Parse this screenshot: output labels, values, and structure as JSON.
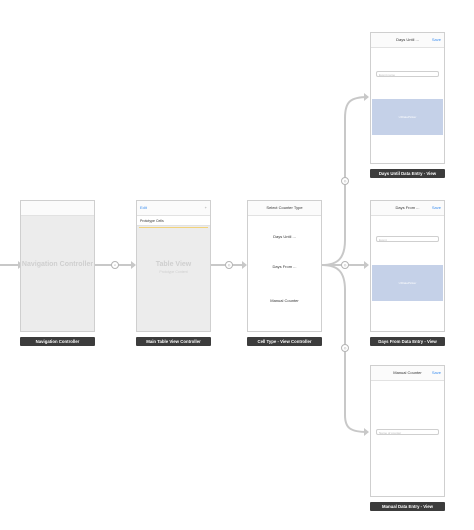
{
  "colors": {
    "segue_line": "#c8c8c8",
    "caption_bg": "#3c3c3c",
    "accent_blue": "#3b8ef0",
    "picker_fill": "#c5d1e8"
  },
  "icons": {
    "segue_relationship": "infinity-icon",
    "segue_show": "segue-circle-icon"
  },
  "scenes": {
    "nav_controller": {
      "center_label": "Navigation Controller",
      "caption": "Navigation Controller"
    },
    "main_table": {
      "left_button": "Edit",
      "right_button": "+",
      "cell_text": "Prototype Cells",
      "center_label": "Table View",
      "center_sublabel": "Prototype Content",
      "caption": "Main Table View Controller"
    },
    "cell_type": {
      "title": "Select Counter Type",
      "row1": "Days Until ...",
      "row2": "Days From ...",
      "row3": "Manual Counter",
      "caption": "Cell Type - View Controller"
    },
    "days_until": {
      "title": "Days Until ...",
      "right_button": "Save",
      "field_placeholder": "Event name",
      "picker_label": "UIDatePicker",
      "caption": "Days Until Data Entry - View"
    },
    "days_from": {
      "title": "Days From ...",
      "right_button": "Save",
      "field_placeholder": "Event",
      "picker_label": "UIDatePicker",
      "caption": "Days From Data Entry - View"
    },
    "manual": {
      "title": "Manual Counter",
      "right_button": "Save",
      "field_placeholder": "Name of counter",
      "caption": "Manual Data Entry - View"
    }
  }
}
